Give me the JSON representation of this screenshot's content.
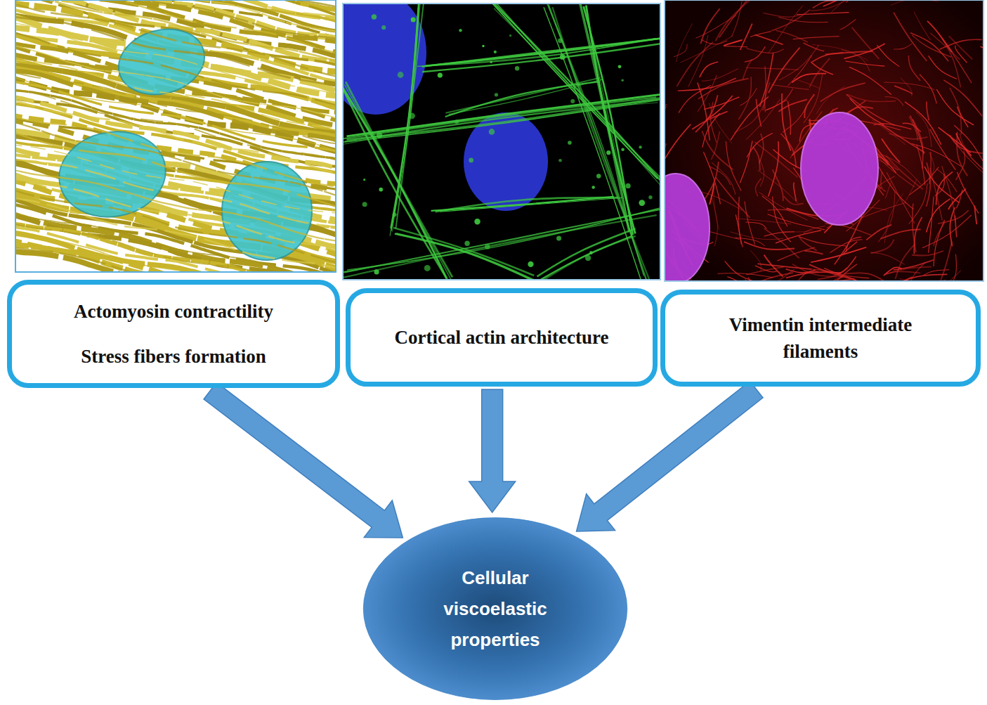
{
  "diagram": {
    "nodes": [
      {
        "text": [
          "Actomyosin contractility",
          "Stress fibers formation"
        ]
      },
      {
        "text": [
          "Cortical actin architecture"
        ]
      },
      {
        "text": [
          "Vimentin intermediate filaments"
        ]
      },
      {
        "text": [
          "Cellular viscoelastic properties"
        ]
      }
    ],
    "edges": [
      {
        "from": 0,
        "to": 3,
        "arrow": "to"
      },
      {
        "from": 1,
        "to": 3,
        "arrow": "to"
      },
      {
        "from": 2,
        "to": 3,
        "arrow": "to"
      }
    ]
  }
}
